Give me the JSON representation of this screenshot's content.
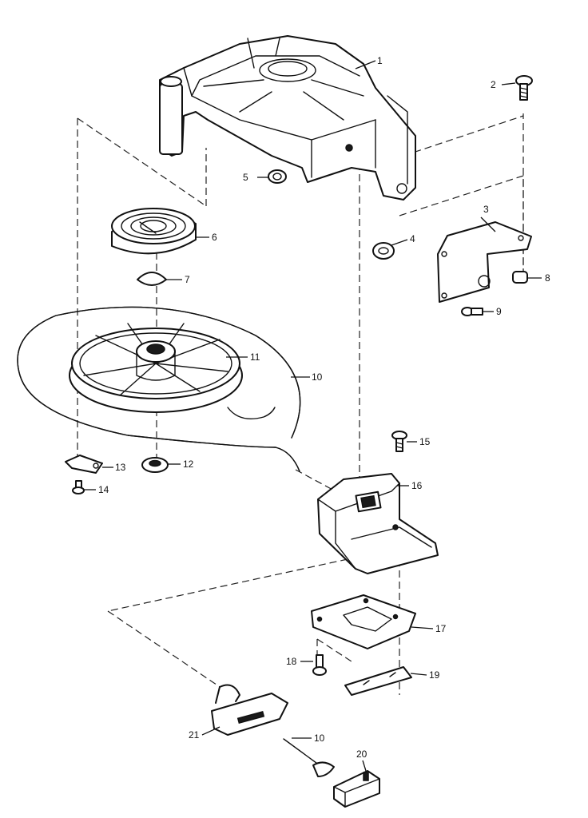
{
  "callouts": [
    "1",
    "2",
    "3",
    "4",
    "5",
    "6",
    "7",
    "8",
    "9",
    "10",
    "11",
    "12",
    "13",
    "14",
    "15",
    "16",
    "17",
    "18",
    "19",
    "20",
    "21",
    "10"
  ]
}
